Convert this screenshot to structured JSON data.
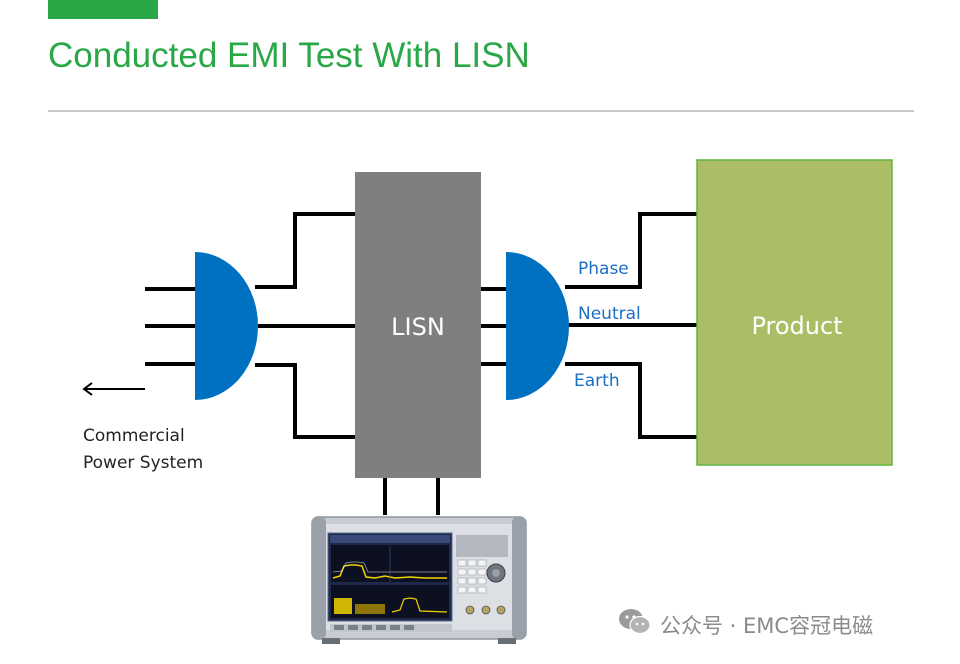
{
  "page": {
    "title": "Conducted EMI Test With LISN",
    "accent_color": "#2aa746"
  },
  "diagram": {
    "lisn_label": "LISN",
    "product_label": "Product",
    "source_label_line1": "Commercial",
    "source_label_line2": "Power System",
    "line_labels": {
      "phase": "Phase",
      "neutral": "Neutral",
      "earth": "Earth"
    },
    "colors": {
      "lisn_fill": "#7f7f7f",
      "product_fill": "#abbe66",
      "product_border": "#5fb640",
      "connector_fill": "#0070c0",
      "label_blue": "#1b6fc2",
      "wire": "#000000"
    },
    "instrument_icon": "spectrum-analyzer"
  },
  "watermark": {
    "icon": "wechat-icon",
    "text": "公众号 · EMC容冠电磁"
  }
}
